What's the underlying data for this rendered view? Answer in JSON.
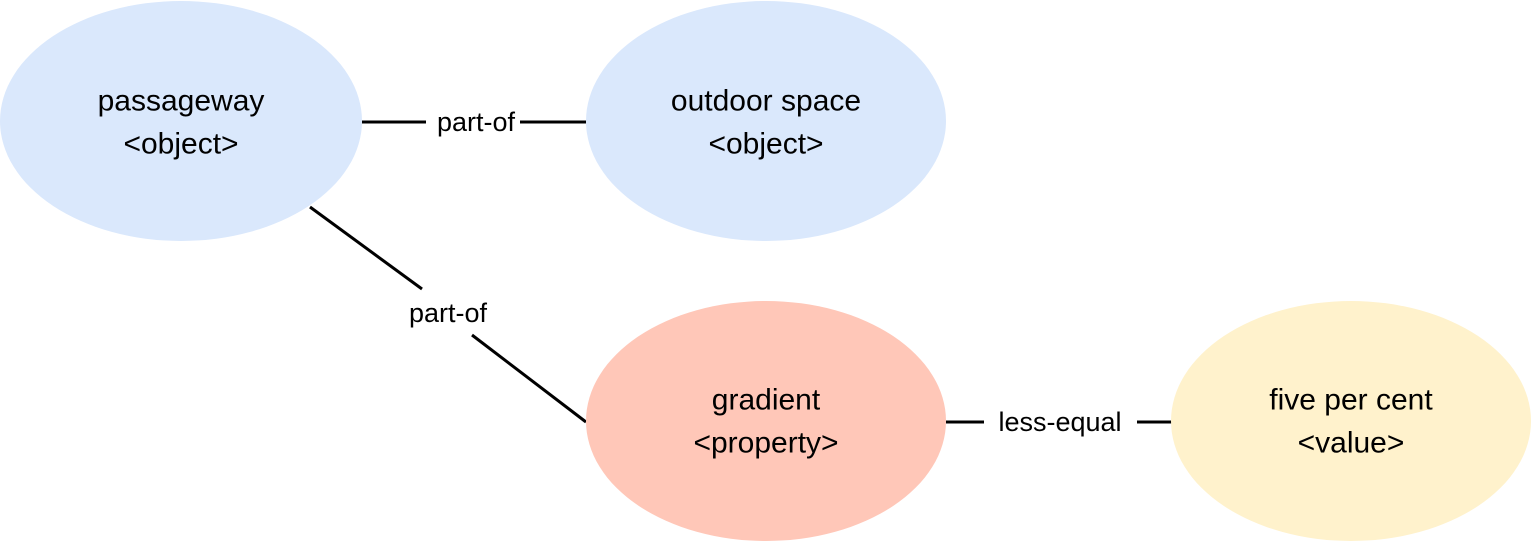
{
  "colors": {
    "object": "#dae8fc",
    "property": "#ffc7b8",
    "value": "#fff2cc",
    "edge": "#000000"
  },
  "nodes": {
    "passageway": {
      "name": "passageway",
      "type": "<object>"
    },
    "outdoor_space": {
      "name": "outdoor space",
      "type": "<object>"
    },
    "gradient": {
      "name": "gradient",
      "type": "<property>"
    },
    "five_per_cent": {
      "name": "five per cent",
      "type": "<value>"
    }
  },
  "edges": {
    "passageway_outdoor": {
      "label": "part-of"
    },
    "passageway_gradient": {
      "label": "part-of"
    },
    "gradient_value": {
      "label": "less-equal"
    }
  }
}
